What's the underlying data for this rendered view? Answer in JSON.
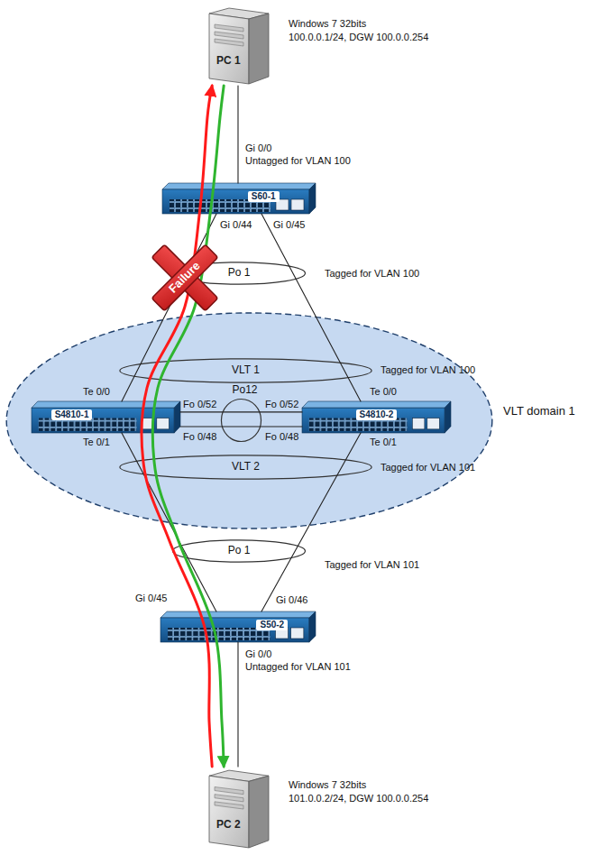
{
  "diagram": {
    "nodes": [
      {
        "text": [
          "PC 1"
        ]
      },
      {
        "text": [
          "S60-1"
        ]
      },
      {
        "text": [
          "Po 1"
        ]
      },
      {
        "text": [
          "Failure"
        ]
      },
      {
        "text": [
          "VLT domain 1"
        ]
      },
      {
        "text": [
          "VLT 1"
        ],
        "in": 4
      },
      {
        "text": [
          "S4810-1"
        ],
        "in": 4
      },
      {
        "text": [
          "Po12"
        ],
        "in": 4
      },
      {
        "text": [
          "S4810-2"
        ],
        "in": 4
      },
      {
        "text": [
          "VLT 2"
        ],
        "in": 4
      },
      {
        "text": [
          "Po 1"
        ]
      },
      {
        "text": [
          "S50-2"
        ]
      },
      {
        "text": [
          "PC 2"
        ]
      }
    ],
    "edges": [
      {
        "from": 0,
        "to": 1,
        "arrow": "none"
      },
      {
        "from": 1,
        "to": 6,
        "arrow": "none"
      },
      {
        "from": 1,
        "to": 8,
        "arrow": "none"
      },
      {
        "from": 6,
        "to": 8,
        "arrow": "none"
      },
      {
        "from": 6,
        "to": 8,
        "arrow": "none"
      },
      {
        "from": 6,
        "to": 11,
        "arrow": "none"
      },
      {
        "from": 8,
        "to": 11,
        "arrow": "none"
      },
      {
        "from": 11,
        "to": 12,
        "arrow": "none"
      },
      {
        "from": 12,
        "to": 0,
        "arrow": "to"
      },
      {
        "from": 0,
        "to": 12,
        "arrow": "to"
      }
    ],
    "labels": [
      "Windows 7 32bits",
      "100.0.0.1/24, DGW 100.0.0.254",
      "Gi 0/0",
      "Untagged for VLAN 100",
      "Gi 0/44",
      "Gi 0/45",
      "Tagged for VLAN 100",
      "Tagged for VLAN 100",
      "Te 0/0",
      "Te 0/0",
      "Fo 0/52",
      "Fo 0/52",
      "Fo 0/48",
      "Fo 0/48",
      "Te 0/1",
      "Te 0/1",
      "Tagged for VLAN 101",
      "Tagged for VLAN 101",
      "Gi 0/45",
      "Gi 0/46",
      "Gi 0/0",
      "Untagged for VLAN 101",
      "Windows 7 32bits",
      "101.0.0.2/24, DGW 100.0.0.254"
    ]
  }
}
